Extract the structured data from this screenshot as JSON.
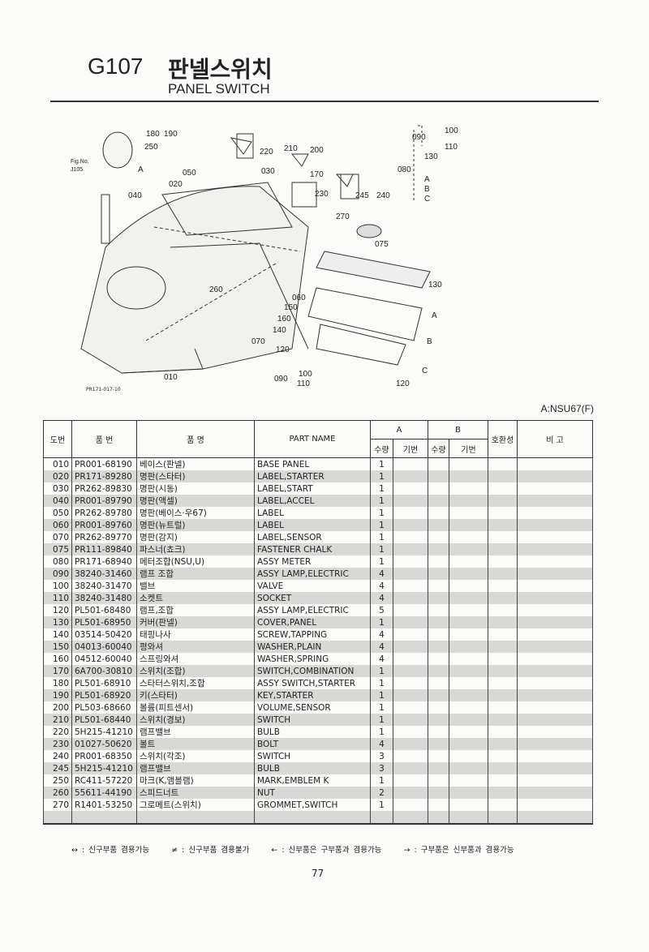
{
  "header": {
    "code": "G107",
    "title_ko": "판넬스위치",
    "title_en": "PANEL SWITCH"
  },
  "diagram": {
    "labels": [
      "180",
      "190",
      "250",
      "220",
      "210",
      "200",
      "Fig.No.",
      "J105",
      "A",
      "050",
      "030",
      "170",
      "230",
      "020",
      "040",
      "245",
      "240",
      "270",
      "075",
      "090",
      "100",
      "110",
      "130",
      "080",
      "A",
      "B",
      "C",
      "260",
      "060",
      "150",
      "160",
      "140",
      "070",
      "120",
      "010",
      "100",
      "110",
      "090",
      "120",
      "130",
      "A",
      "B",
      "C"
    ],
    "drawing_number": "PR171-017-10"
  },
  "variant_note": "A:NSU67(F)",
  "table": {
    "headers": {
      "no": "도번",
      "part_no": "품   번",
      "name_ko": "품      명",
      "part_name": "PART NAME",
      "a": "A",
      "b": "B",
      "qty": "수량",
      "serial": "기번",
      "compat": "호환성",
      "remarks": "비    고"
    },
    "rows": [
      [
        "010",
        "PR001-68190",
        "베이스(판넬)",
        "BASE PANEL",
        "1"
      ],
      [
        "020",
        "PR171-89280",
        "명판(스타터)",
        "LABEL,STARTER",
        "1"
      ],
      [
        "030",
        "PR262-89830",
        "명판(시동)",
        "LABEL,START",
        "1"
      ],
      [
        "040",
        "PR001-89790",
        "명판(액셀)",
        "LABEL,ACCEL",
        "1"
      ],
      [
        "050",
        "PR262-89780",
        "명판(베이스·우67)",
        "LABEL",
        "1"
      ],
      [
        "060",
        "PR001-89760",
        "명판(뉴트럴)",
        "LABEL",
        "1"
      ],
      [
        "070",
        "PR262-89770",
        "명판(감지)",
        "LABEL,SENSOR",
        "1"
      ],
      [
        "075",
        "PR111-89840",
        "파스너(쵸크)",
        "FASTENER CHALK",
        "1"
      ],
      [
        "080",
        "PR171-68940",
        "메터조합(NSU,U)",
        "ASSY METER",
        "1"
      ],
      [
        "090",
        "38240-31460",
        "램프 조합",
        "ASSY LAMP,ELECTRIC",
        "4"
      ],
      [
        "100",
        "38240-31470",
        "밸브",
        "VALVE",
        "4"
      ],
      [
        "110",
        "38240-31480",
        "소켓트",
        "SOCKET",
        "4"
      ],
      [
        "120",
        "PL501-68480",
        "램프,조합",
        "ASSY LAMP,ELECTRIC",
        "5"
      ],
      [
        "130",
        "PL501-68950",
        "커버(판넬)",
        "COVER,PANEL",
        "1"
      ],
      [
        "140",
        "03514-50420",
        "태핑나사",
        "SCREW,TAPPING",
        "4"
      ],
      [
        "150",
        "04013-60040",
        "평와셔",
        "WASHER,PLAIN",
        "4"
      ],
      [
        "160",
        "04512-60040",
        "스프링와셔",
        "WASHER,SPRING",
        "4"
      ],
      [
        "170",
        "6A700-30810",
        "스위치(조합)",
        "SWITCH,COMBINATION",
        "1"
      ],
      [
        "180",
        "PL501-68910",
        "스타터스위치,조합",
        "ASSY SWITCH,STARTER",
        "1"
      ],
      [
        "190",
        "PL501-68920",
        "키(스타터)",
        "KEY,STARTER",
        "1"
      ],
      [
        "200",
        "PL503-68660",
        "볼륨(피트센서)",
        "VOLUME,SENSOR",
        "1"
      ],
      [
        "210",
        "PL501-68440",
        "스위치(경보)",
        "SWITCH",
        "1"
      ],
      [
        "220",
        "5H215-41210",
        "램프밸브",
        "BULB",
        "1"
      ],
      [
        "230",
        "01027-50620",
        "볼트",
        "BOLT",
        "4"
      ],
      [
        "240",
        "PR001-68350",
        "스위치(각조)",
        "SWITCH",
        "3"
      ],
      [
        "245",
        "5H215-41210",
        "램프밸브",
        "BULB",
        "3"
      ],
      [
        "250",
        "RC411-57220",
        "마크(K,앰블램)",
        "MARK,EMBLEM K",
        "1"
      ],
      [
        "260",
        "55611-44190",
        "스피드너트",
        "NUT",
        "2"
      ],
      [
        "270",
        "R1401-53250",
        "그로메트(스위치)",
        "GROMMET,SWITCH",
        "1"
      ]
    ]
  },
  "legend": [
    "↔ : 신구부품 겸용가능",
    "≠ : 신구부품 겸용불가",
    "← : 신부품은 구부품과 겸용가능",
    "→ : 구부품은 신부품과 겸용가능"
  ],
  "page_number": "77"
}
